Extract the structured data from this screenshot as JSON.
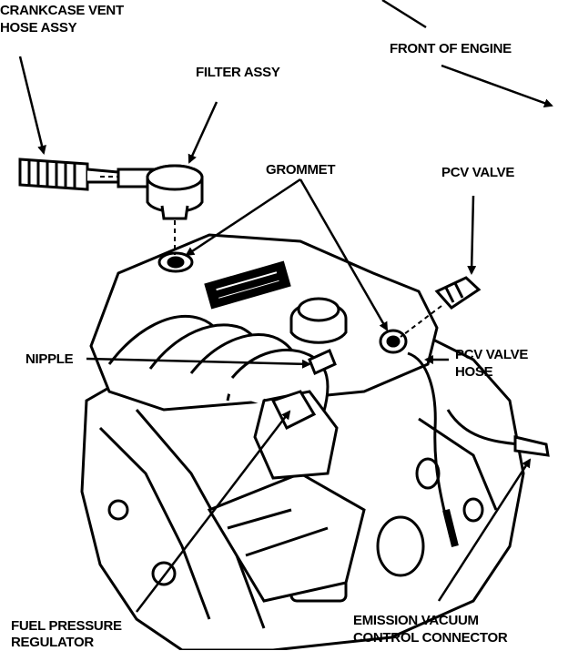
{
  "labels": {
    "crankcase_vent_line1": "CRANKCASE VENT",
    "crankcase_vent_line2": "HOSE ASSY",
    "filter_assy": "FILTER ASSY",
    "front_of_engine": "FRONT OF ENGINE",
    "grommet": "GROMMET",
    "pcv_valve": "PCV VALVE",
    "nipple": "NIPPLE",
    "pcv_valve_hose_line1": "PCV VALVE",
    "pcv_valve_hose_line2": "HOSE",
    "fuel_pressure_line1": "FUEL PRESSURE",
    "fuel_pressure_line2": "REGULATOR",
    "emission_line1": "EMISSION VACUUM",
    "emission_line2": "CONTROL CONNECTOR"
  }
}
